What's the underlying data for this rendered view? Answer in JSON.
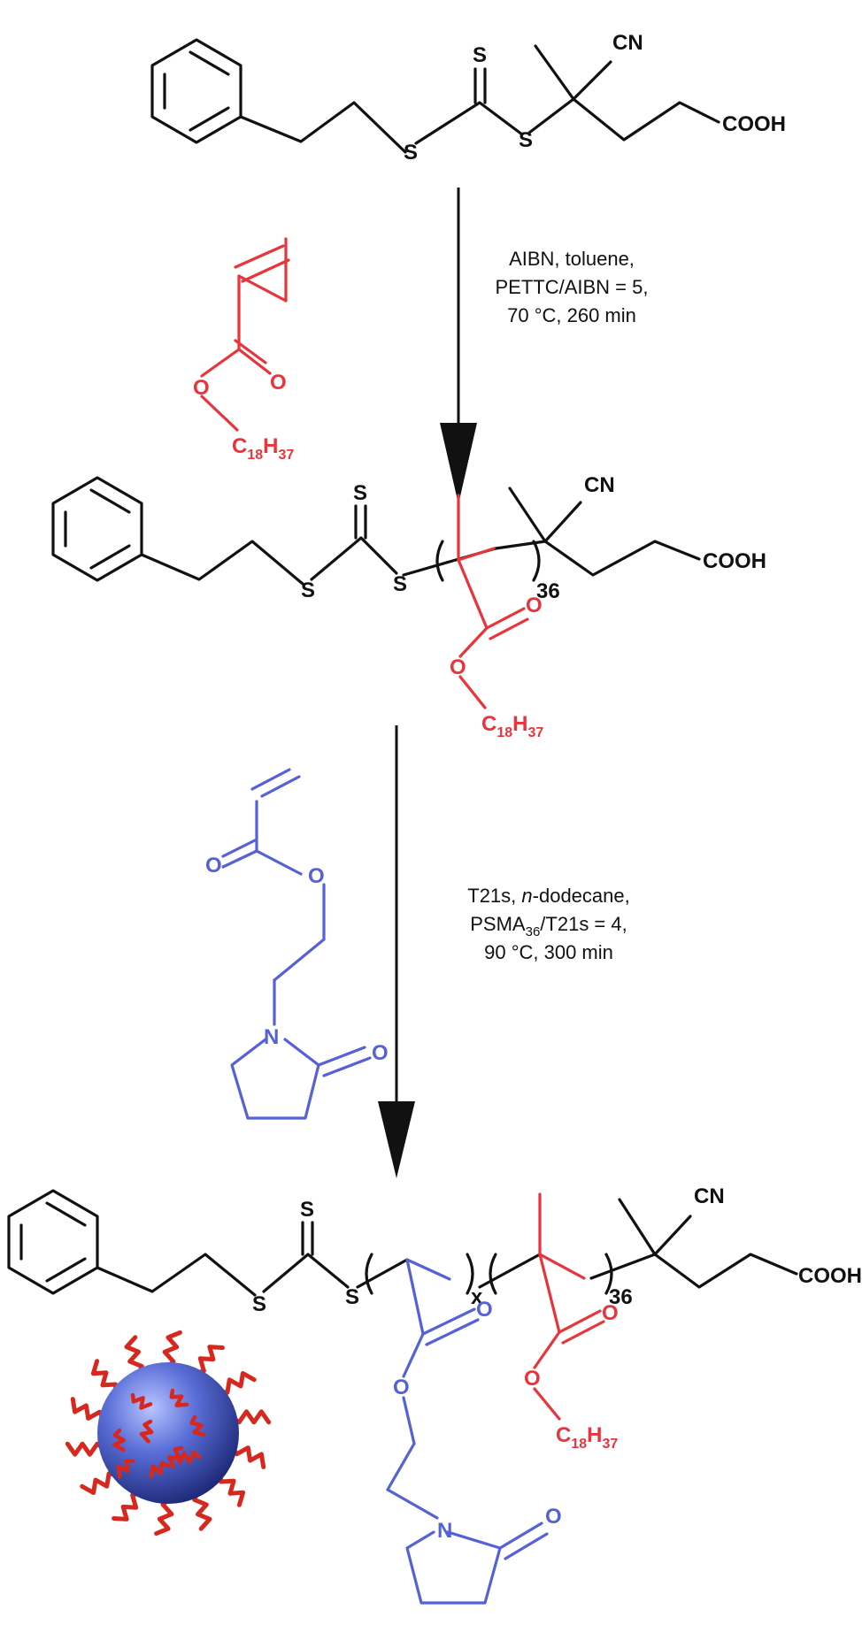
{
  "colors": {
    "black": "#111111",
    "red": "#e8343a",
    "blue": "#5561d6",
    "sphere": "#5a6fd8",
    "arrow": "#111111"
  },
  "atoms": {
    "S": "S",
    "CN": "CN",
    "COOH": "COOH",
    "O": "O",
    "N": "N",
    "C": "C",
    "H": "H",
    "n18": "18",
    "n37": "37",
    "n36": "36",
    "x": "x"
  },
  "step1": {
    "line1": "AIBN, toluene,",
    "line2": "PETTC/AIBN = 5,",
    "line3": "70 °C, 260 min"
  },
  "step2": {
    "line1a": "T21s, ",
    "line1b": "n",
    "line1c": "-dodecane,",
    "line2a": "PSMA",
    "line2sub": "36",
    "line2b": "/T21s = 4,",
    "line3": "90 °C, 300 min"
  },
  "nanoparticle_icon": "block-copolymer-nanoparticle-icon"
}
